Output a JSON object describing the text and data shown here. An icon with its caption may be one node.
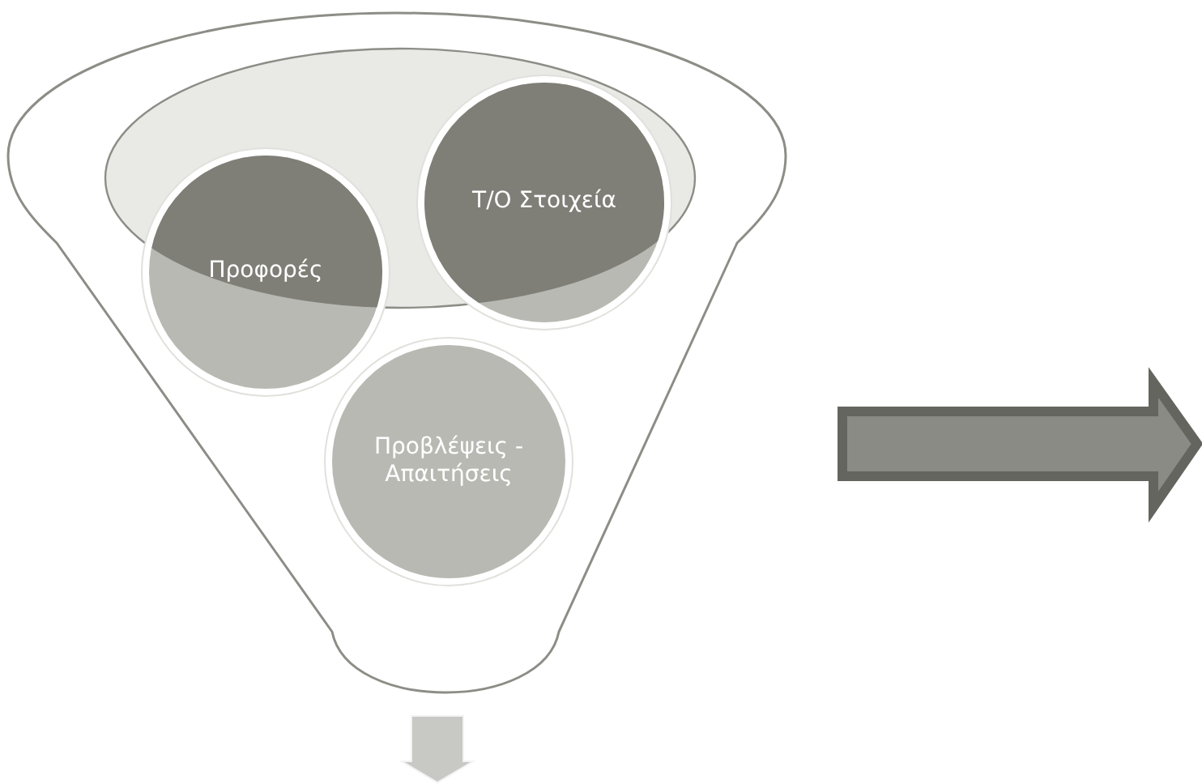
{
  "diagram": {
    "nodes": [
      {
        "text": [],
        "shape": "funnel"
      },
      {
        "text": [
          "Προφορές"
        ],
        "in": 0
      },
      {
        "text": [
          "Τ/Ο Στοιχεία"
        ],
        "in": 0
      },
      {
        "text": [
          "Προβλέψεις - Απαιτήσεις"
        ],
        "in": 0
      }
    ]
  }
}
